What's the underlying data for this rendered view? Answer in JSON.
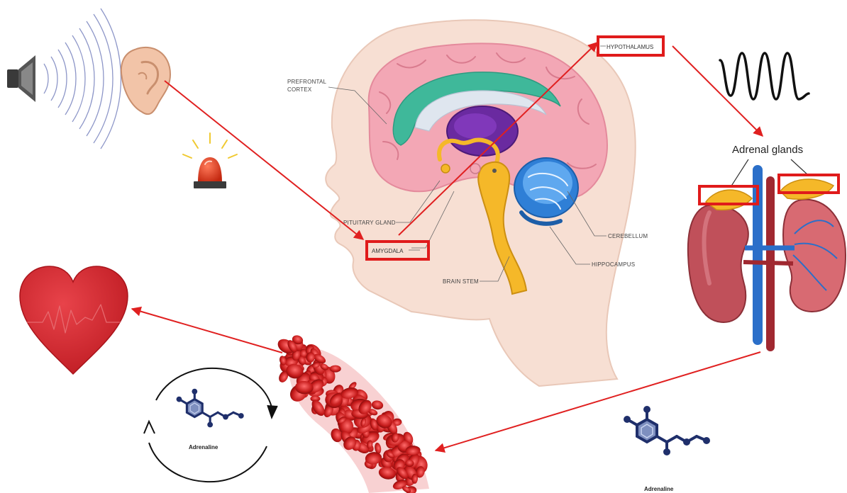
{
  "brain_labels": {
    "prefrontal_line1": "PREFRONTAL",
    "prefrontal_line2": "CORTEX",
    "hypothalamus": "HYPOTHALAMUS",
    "pituitary": "PITUITARY GLAND",
    "amygdala": "AMYGDALA",
    "brain_stem": "BRAIN STEM",
    "cerebellum": "CEREBELLUM",
    "hippocampus": "HIPPOCAMPUS"
  },
  "adrenal": {
    "label": "Adrenal glands"
  },
  "molecules": {
    "cycle_label": "Adrenaline",
    "bottom_label": "Adrenaline"
  },
  "colors": {
    "highlight_red": "#e01b1b",
    "arrow_red": "#e02020",
    "skin": "#f7dfd3",
    "cortex_pink": "#f3a7b5",
    "limbic_green": "#3fb89a",
    "thalamus_purple": "#6a2aa0",
    "cerebellum_blue": "#2f7fd6",
    "stem_yellow": "#f5b829",
    "heart_red": "#d8262c",
    "molecule_navy": "#1f2f6b",
    "kidney": "#c0505a",
    "vein_blue": "#2b6fc9"
  },
  "icons": [
    "speaker-icon",
    "ear-icon",
    "siren-icon",
    "heart-icon",
    "waveform-icon",
    "blood-cells-icon",
    "molecule-icon",
    "kidney-icon"
  ]
}
